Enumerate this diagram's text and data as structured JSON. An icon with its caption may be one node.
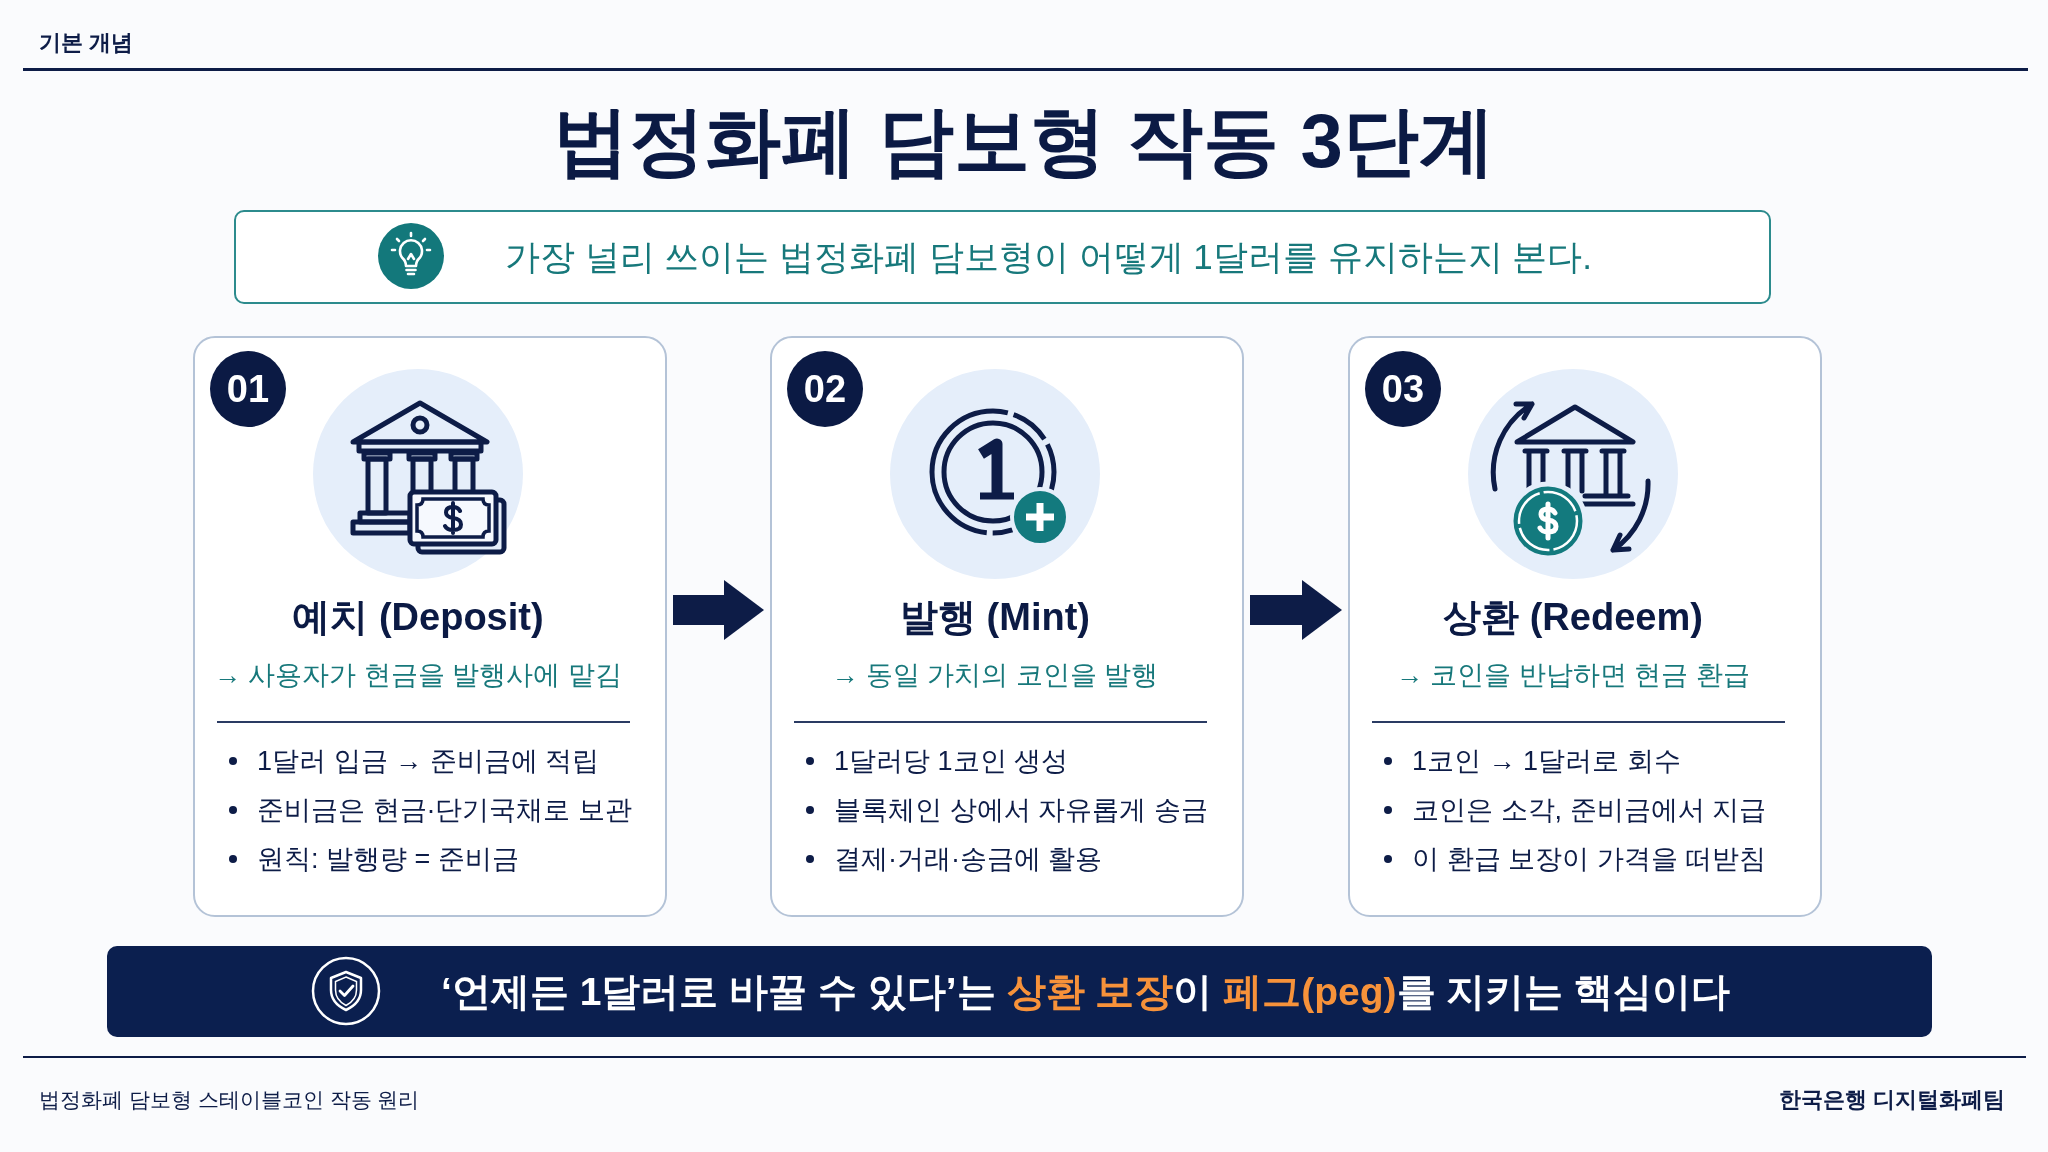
{
  "diagram": {
    "title": "법정화폐 담보형 작동 3단계",
    "nodes": [
      {
        "text": [
          "가장 널리 쓰이는 법정화폐 담보형이 어떻게 1달러를 유지하는지 본다."
        ]
      },
      {
        "text": [
          "예치 (Deposit)",
          "→ 사용자가 현금을 발행사에 맡김",
          "1달러 입금 → 준비금에 적립",
          "준비금은 현금·단기국채로 보관",
          "원칙: 발행량 = 준비금"
        ]
      },
      {
        "text": [
          "01"
        ],
        "in": 1
      },
      {
        "text": [
          "발행 (Mint)",
          "→ 동일 가치의 코인을 발행",
          "1달러당 1코인 생성",
          "블록체인 상에서 자유롭게 송금",
          "결제·거래·송금에 활용"
        ]
      },
      {
        "text": [
          "02"
        ],
        "in": 3
      },
      {
        "text": [
          "상환 (Redeem)",
          "→ 코인을 반납하면 현금 환급",
          "1코인 → 1달러로 회수",
          "코인은 소각, 준비금에서 지급",
          "이 환급 보장이 가격을 떠받침"
        ]
      },
      {
        "text": [
          "03"
        ],
        "in": 5
      },
      {
        "text": [
          "‘언제든 1달러로 바꿀 수 있다’는 **상환 보장**이 **페그(peg)**를 지키는 핵심이다"
        ]
      }
    ],
    "edges": [
      {
        "from": 1,
        "to": 3,
        "arrow": "to"
      },
      {
        "from": 3,
        "to": 5,
        "arrow": "to"
      }
    ],
    "labels": [
      "기본 개념",
      "법정화폐 담보형 스테이블코인 작동 원리",
      "한국은행 디지털화폐팀"
    ]
  }
}
